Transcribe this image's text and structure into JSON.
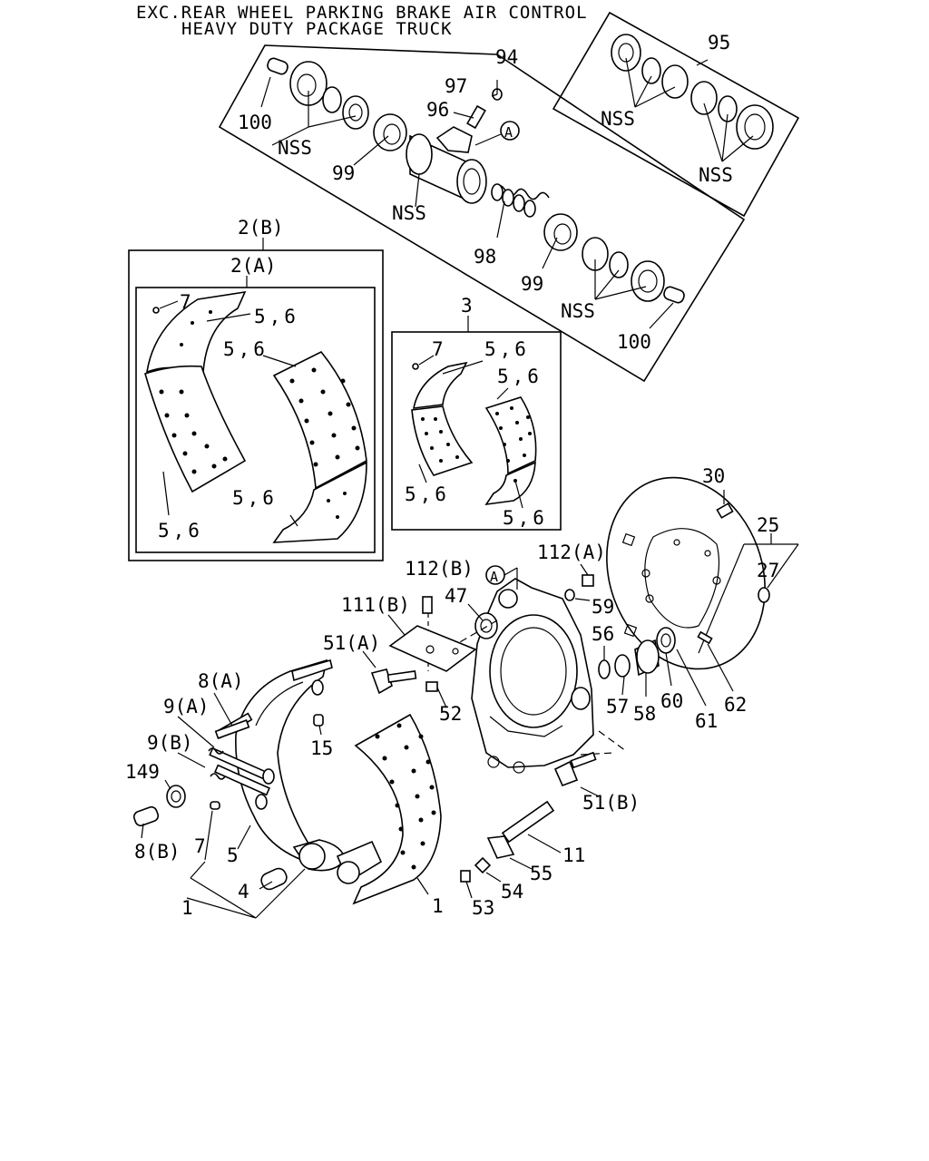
{
  "header": {
    "line1": "EXC.REAR WHEEL PARKING BRAKE AIR CONTROL",
    "line2": "HEAVY DUTY PACKAGE TRUCK"
  },
  "labels": {
    "l94": "94",
    "l95": "95",
    "l97": "97",
    "l96": "96",
    "l100a": "100",
    "l100b": "100",
    "nss1": "NSS",
    "nss2": "NSS",
    "nss3": "NSS",
    "nss4": "NSS",
    "nss5": "NSS",
    "l99a": "99",
    "l99b": "99",
    "l98": "98",
    "circA1": "A",
    "circA2": "A",
    "l2b": "2(B)",
    "l2a": "2(A)",
    "l7a": "7",
    "l56a": "5,6",
    "l56b": "5,6",
    "l56c": "5,6",
    "l56d": "5,6",
    "l3": "3",
    "l7b": "7",
    "l56e": "5,6",
    "l56f": "5,6",
    "l56g": "5,6",
    "l56h": "5,6",
    "l30": "30",
    "l25": "25",
    "l27": "27",
    "l112a": "112(A)",
    "l112b": "112(B)",
    "l111b": "111(B)",
    "l47": "47",
    "l59": "59",
    "l56": "56",
    "l57": "57",
    "l58": "58",
    "l60": "60",
    "l61": "61",
    "l62": "62",
    "l51a": "51(A)",
    "l51b": "51(B)",
    "l52": "52",
    "l8a": "8(A)",
    "l9a": "9(A)",
    "l9b": "9(B)",
    "l149": "149",
    "l8b": "8(B)",
    "l7c": "7",
    "l5": "5",
    "l4": "4",
    "l1a": "1",
    "l1b": "1",
    "l15": "15",
    "l11": "11",
    "l55": "55",
    "l54": "54",
    "l53": "53"
  }
}
